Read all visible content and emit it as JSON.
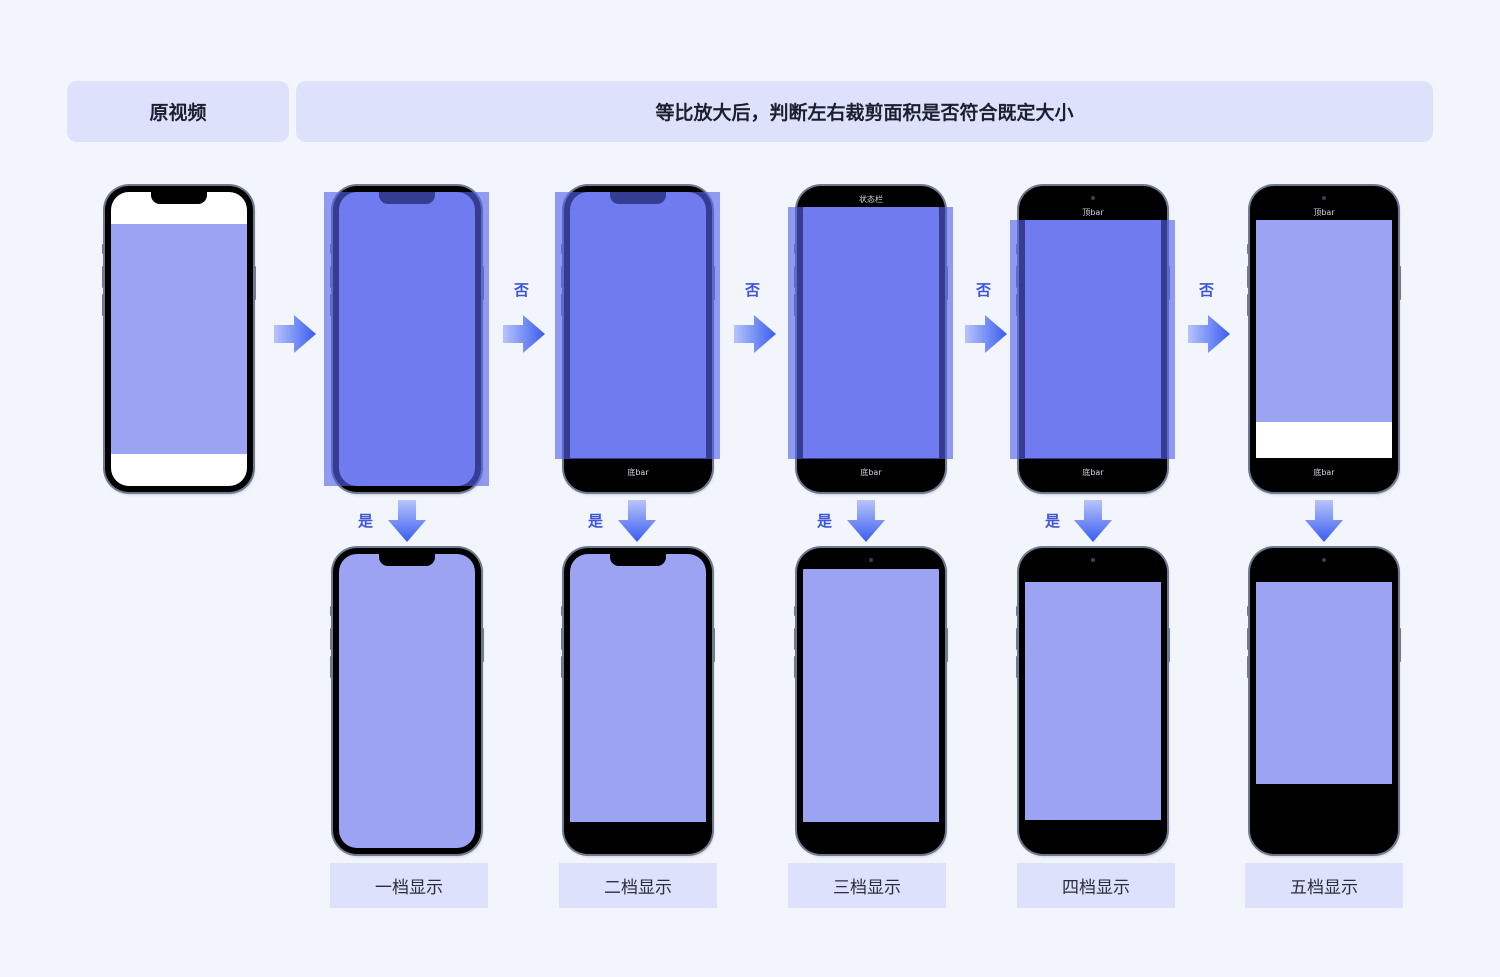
{
  "header": {
    "original_label": "原视频",
    "process_label": "等比放大后，判断左右裁剪面积是否符合既定大小"
  },
  "decision": {
    "no": "否",
    "yes": "是"
  },
  "phone_labels": {
    "status_bar": "状态栏",
    "top_bar": "顶bar",
    "bottom_bar": "底bar"
  },
  "results": [
    "一档显示",
    "二档显示",
    "三档显示",
    "四档显示",
    "五档显示"
  ],
  "colors": {
    "content": "#9ca3f2",
    "overlay": "#5463ec",
    "arrow": "#3a5cf0",
    "panel": "#dde1fb"
  }
}
